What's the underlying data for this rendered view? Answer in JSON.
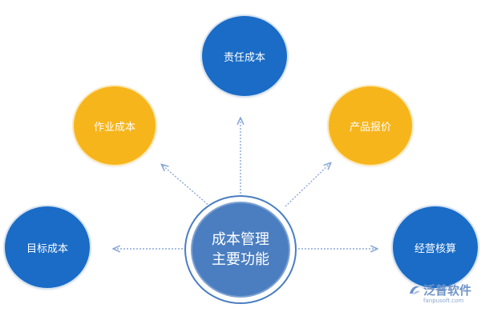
{
  "diagram": {
    "center": {
      "line1": "成本管理",
      "line2": "主要功能"
    },
    "nodes": {
      "top": "责任成本",
      "top_left": "作业成本",
      "top_right": "产品报价",
      "left": "目标成本",
      "right": "经营核算"
    },
    "colors": {
      "blue": "#1a6cc6",
      "yellow": "#f7b51c",
      "center": "#4a7ec0",
      "connector": "#8aa9d6"
    }
  },
  "watermark": {
    "name": "泛普软件",
    "url": "fanpusoft.com"
  }
}
